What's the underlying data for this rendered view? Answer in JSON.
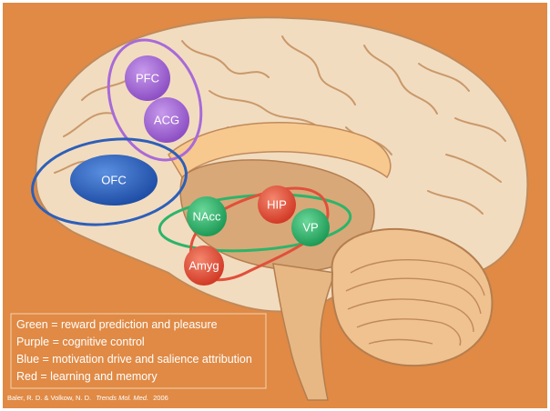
{
  "colors": {
    "background": "#e08a45",
    "brain": "#f2dcc0",
    "brain_outline": "#c08a5a",
    "reward": "#2db46a",
    "control": "#a86ad8",
    "motivation": "#2d5fb8",
    "learning": "#e0503a"
  },
  "regions": {
    "pfc": "PFC",
    "acg": "ACG",
    "ofc": "OFC",
    "nacc": "NAcc",
    "hip": "HIP",
    "vp": "VP",
    "amyg": "Amyg"
  },
  "legend": {
    "reward": "Green = reward prediction and pleasure",
    "control": "Purple = cognitive control",
    "motivation": "Blue = motivation drive and salience attribution",
    "learning": "Red = learning and memory"
  },
  "citation": {
    "authors": "Baler, R. D. & Volkow, N. D.",
    "journal": "Trends Mol. Med.",
    "year": "2006"
  }
}
